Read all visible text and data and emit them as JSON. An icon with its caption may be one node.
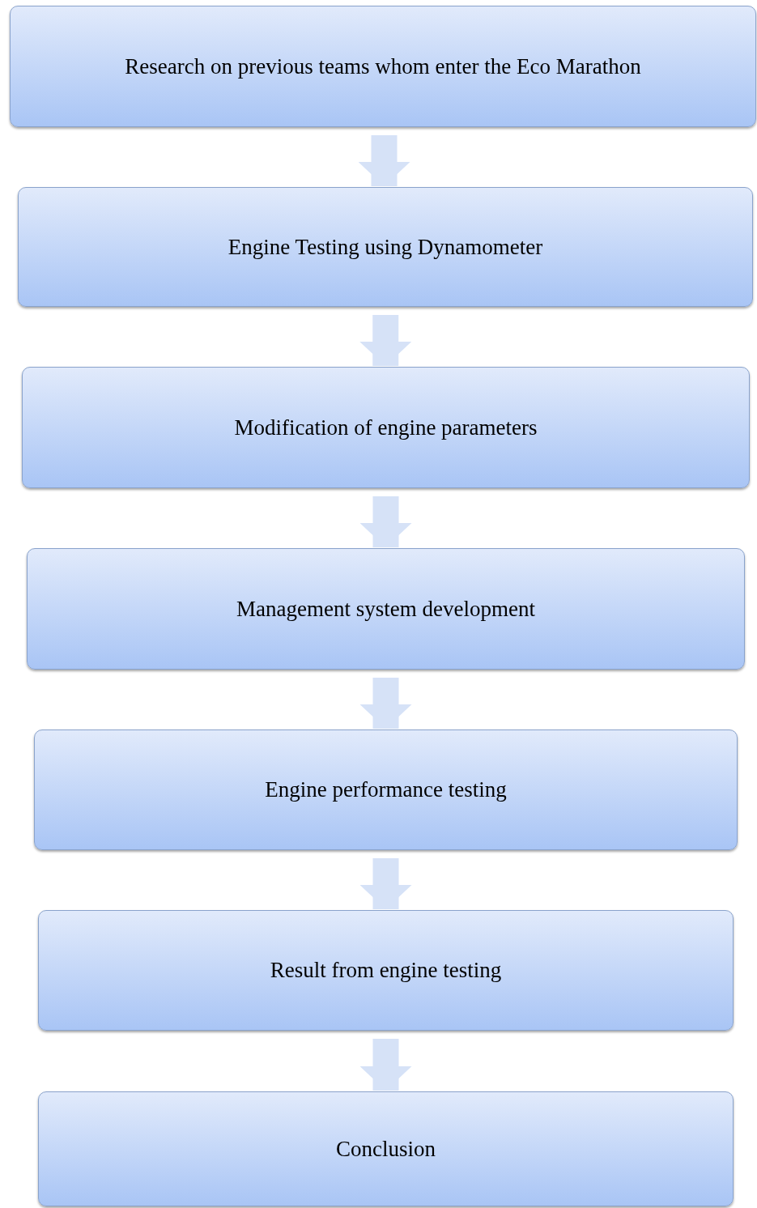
{
  "diagram": {
    "nodes": [
      {
        "text": [
          "Research on previous teams whom enter the Eco Marathon"
        ]
      },
      {
        "text": [
          "Engine Testing using Dynamometer"
        ]
      },
      {
        "text": [
          "Modification of engine parameters"
        ]
      },
      {
        "text": [
          "Management system development"
        ]
      },
      {
        "text": [
          "Engine performance testing"
        ]
      },
      {
        "text": [
          "Result from engine testing"
        ]
      },
      {
        "text": [
          "Conclusion"
        ]
      }
    ],
    "edges": [
      {
        "from": 0,
        "to": 1,
        "arrow": "to"
      },
      {
        "from": 1,
        "to": 2,
        "arrow": "to"
      },
      {
        "from": 2,
        "to": 3,
        "arrow": "to"
      },
      {
        "from": 3,
        "to": 4,
        "arrow": "to"
      },
      {
        "from": 4,
        "to": 5,
        "arrow": "to"
      },
      {
        "from": 5,
        "to": 6,
        "arrow": "to"
      }
    ]
  }
}
